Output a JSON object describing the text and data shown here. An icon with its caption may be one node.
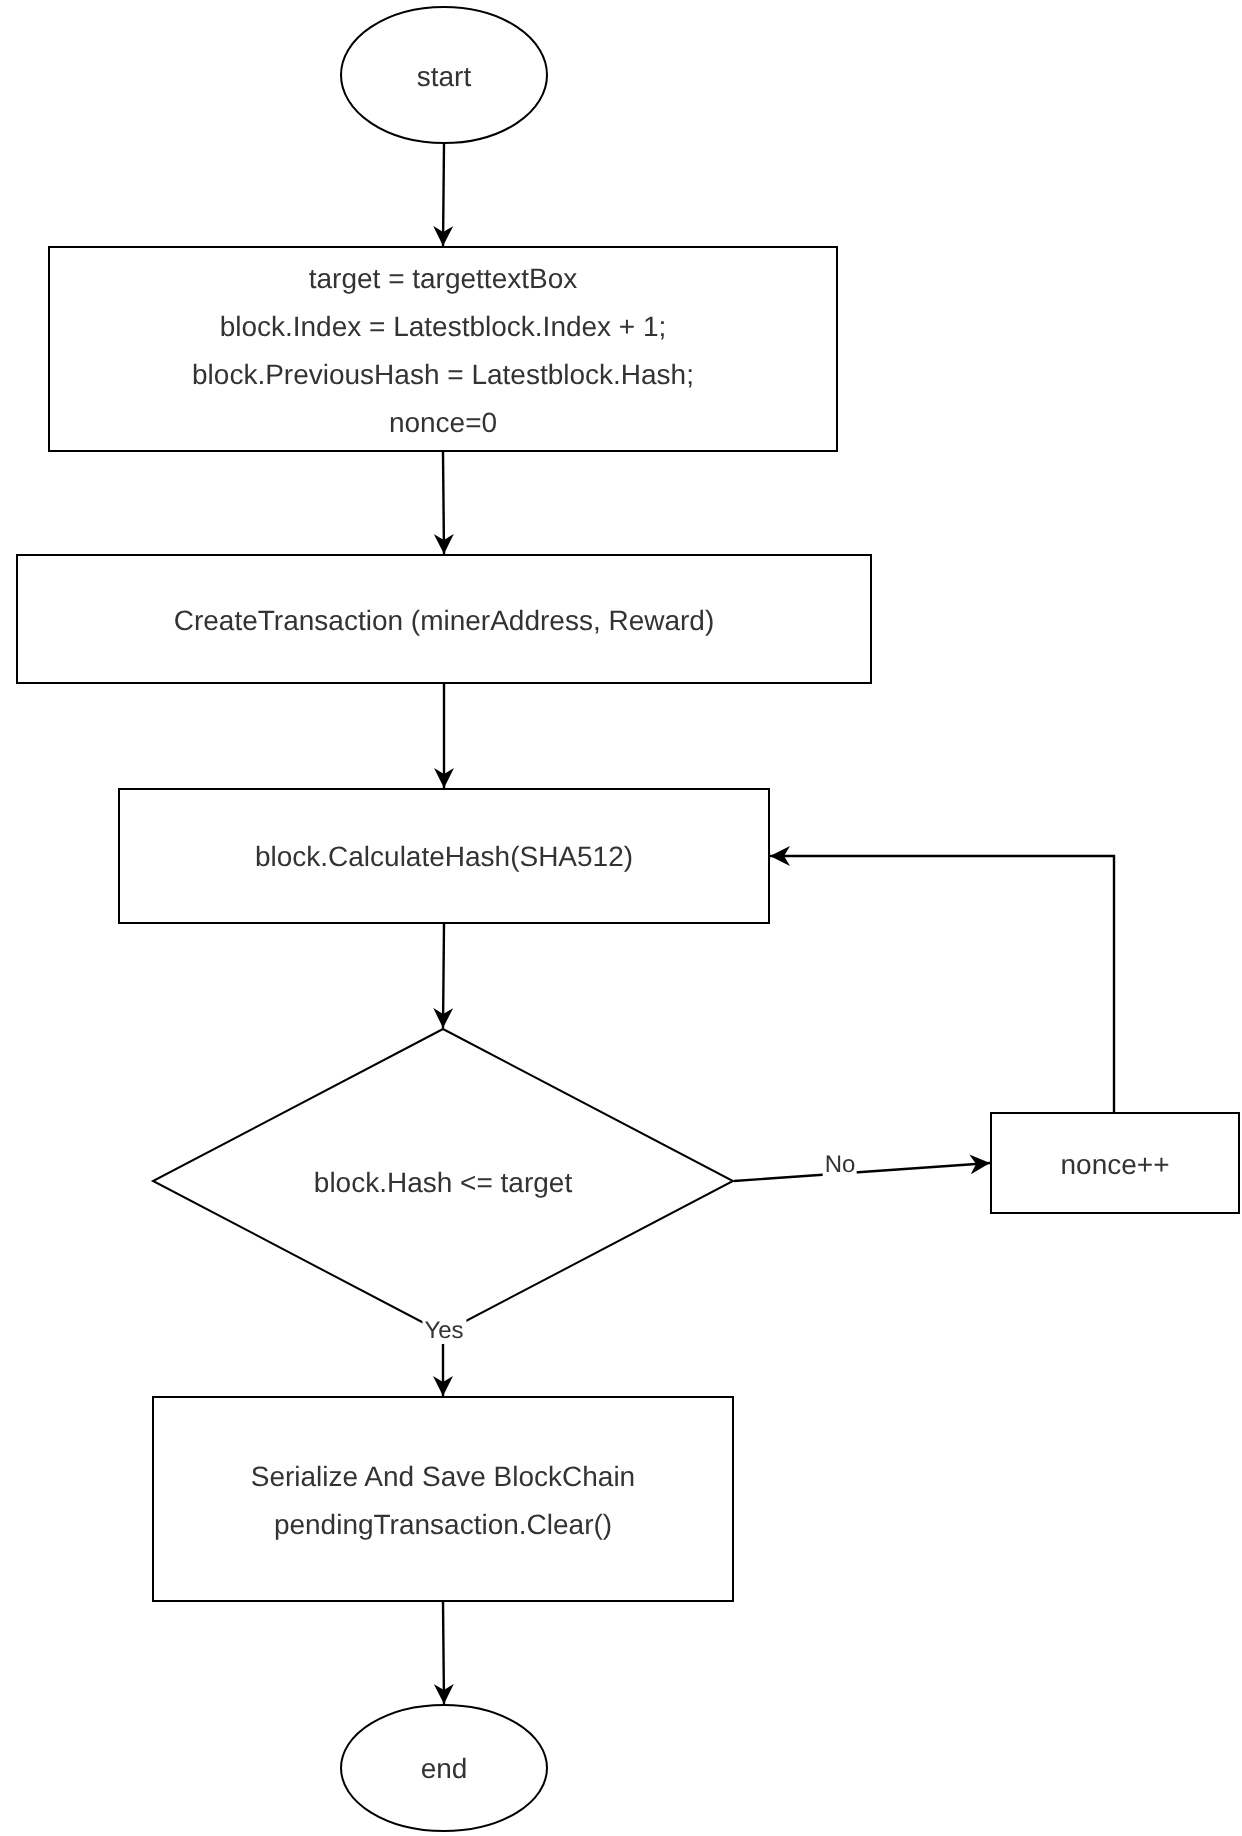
{
  "diagram": {
    "nodes": [
      {
        "text": [
          "start"
        ]
      },
      {
        "text": [
          "target = targettextBox",
          "block.Index = Latestblock.Index + 1;",
          "block.PreviousHash = Latestblock.Hash;",
          "nonce=0"
        ]
      },
      {
        "text": [
          "CreateTransaction (minerAddress, Reward)"
        ]
      },
      {
        "text": [
          "block.CalculateHash(SHA512)"
        ]
      },
      {
        "text": [
          "block.Hash <= target"
        ]
      },
      {
        "text": [
          "nonce++"
        ]
      },
      {
        "text": [
          "Serialize And Save BlockChain",
          "pendingTransaction.Clear()"
        ]
      },
      {
        "text": [
          "end"
        ]
      }
    ],
    "edges": [
      {
        "from": 0,
        "to": 1,
        "arrow": "to"
      },
      {
        "from": 1,
        "to": 2,
        "arrow": "to"
      },
      {
        "from": 2,
        "to": 3,
        "arrow": "to"
      },
      {
        "from": 3,
        "to": 4,
        "arrow": "to"
      },
      {
        "from": 4,
        "to": 5,
        "arrow": "to",
        "label": "No"
      },
      {
        "from": 5,
        "to": 3,
        "arrow": "to"
      },
      {
        "from": 4,
        "to": 6,
        "arrow": "to",
        "label": "Yes"
      },
      {
        "from": 6,
        "to": 7,
        "arrow": "to"
      }
    ]
  }
}
